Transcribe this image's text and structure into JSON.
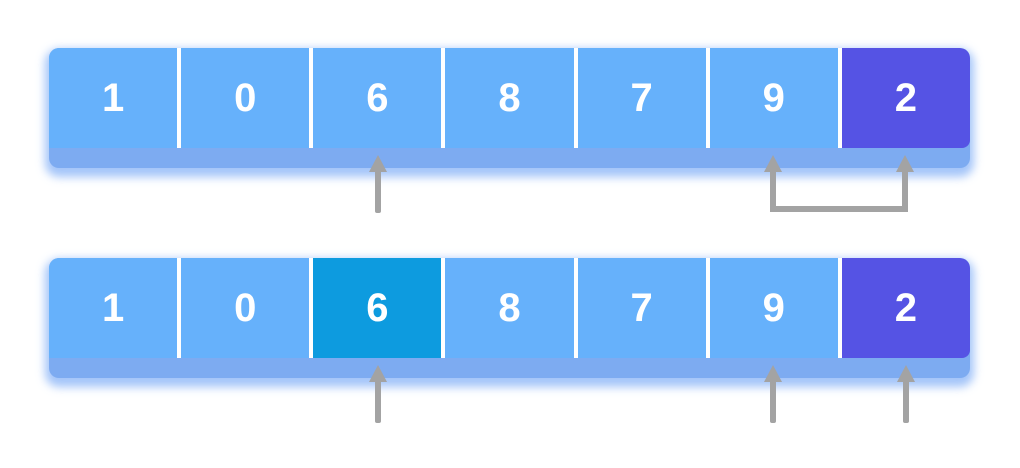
{
  "diagram_type": "array-algorithm-visualization",
  "colors": {
    "background": "#ffffff",
    "cell": "#66b1fb",
    "pivot": "#5553e4",
    "highlight": "#0d9bdf",
    "lip": "#7dabf1",
    "divider": "#ffffff",
    "arrow": "#a3a3a3",
    "text": "#ffffff",
    "shadow": "rgba(134,178,247,0.75)"
  },
  "arrays": {
    "top": {
      "cells": [
        {
          "value": "1",
          "variant": "default"
        },
        {
          "value": "0",
          "variant": "default"
        },
        {
          "value": "6",
          "variant": "default"
        },
        {
          "value": "8",
          "variant": "default"
        },
        {
          "value": "7",
          "variant": "default"
        },
        {
          "value": "9",
          "variant": "default"
        },
        {
          "value": "2",
          "variant": "pivot"
        }
      ],
      "pointers": [
        {
          "type": "arrow",
          "cell_index": 2,
          "points_to_value": "6"
        },
        {
          "type": "swap-link",
          "from_index": 5,
          "to_index": 6,
          "from_value": "9",
          "to_value": "2"
        }
      ]
    },
    "bottom": {
      "cells": [
        {
          "value": "1",
          "variant": "default"
        },
        {
          "value": "0",
          "variant": "default"
        },
        {
          "value": "6",
          "variant": "highlight"
        },
        {
          "value": "8",
          "variant": "default"
        },
        {
          "value": "7",
          "variant": "default"
        },
        {
          "value": "9",
          "variant": "default"
        },
        {
          "value": "2",
          "variant": "pivot"
        }
      ],
      "pointers": [
        {
          "type": "arrow",
          "cell_index": 2,
          "points_to_value": "6"
        },
        {
          "type": "arrow",
          "cell_index": 5,
          "points_to_value": "9"
        },
        {
          "type": "arrow",
          "cell_index": 6,
          "points_to_value": "2"
        }
      ]
    }
  }
}
